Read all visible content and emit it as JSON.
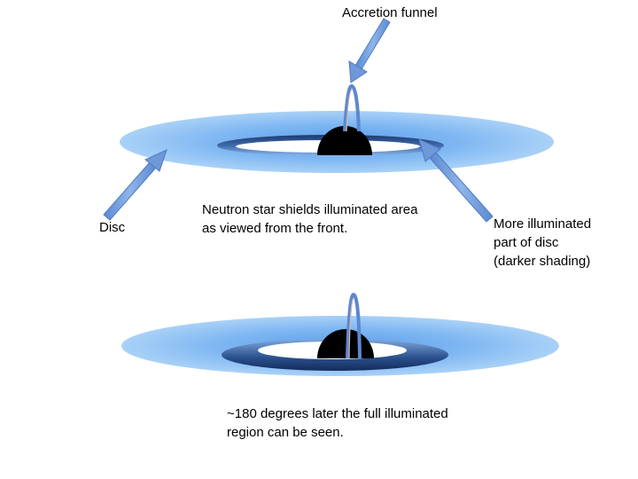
{
  "labels": {
    "accretion_funnel": "Accretion funnel",
    "disc": "Disc",
    "shield_caption": [
      "Neutron star shields illuminated area",
      "as viewed from the front."
    ],
    "more_illuminated": [
      "More illuminated",
      "part of disc",
      "(darker shading)"
    ],
    "later_caption": [
      "~180 degrees later the full illuminated",
      "region can be seen."
    ]
  },
  "colors": {
    "disc_outer": "#9ecbf6",
    "disc_mid": "#6aa9ee",
    "illuminated_ring": "#1e3f7a",
    "inner_hole": "#ffffff",
    "neutron_star": "#000000",
    "funnel": "#5b88d0",
    "arrow": "#6f98d8",
    "arrow_edge": "#4f7bc4"
  }
}
